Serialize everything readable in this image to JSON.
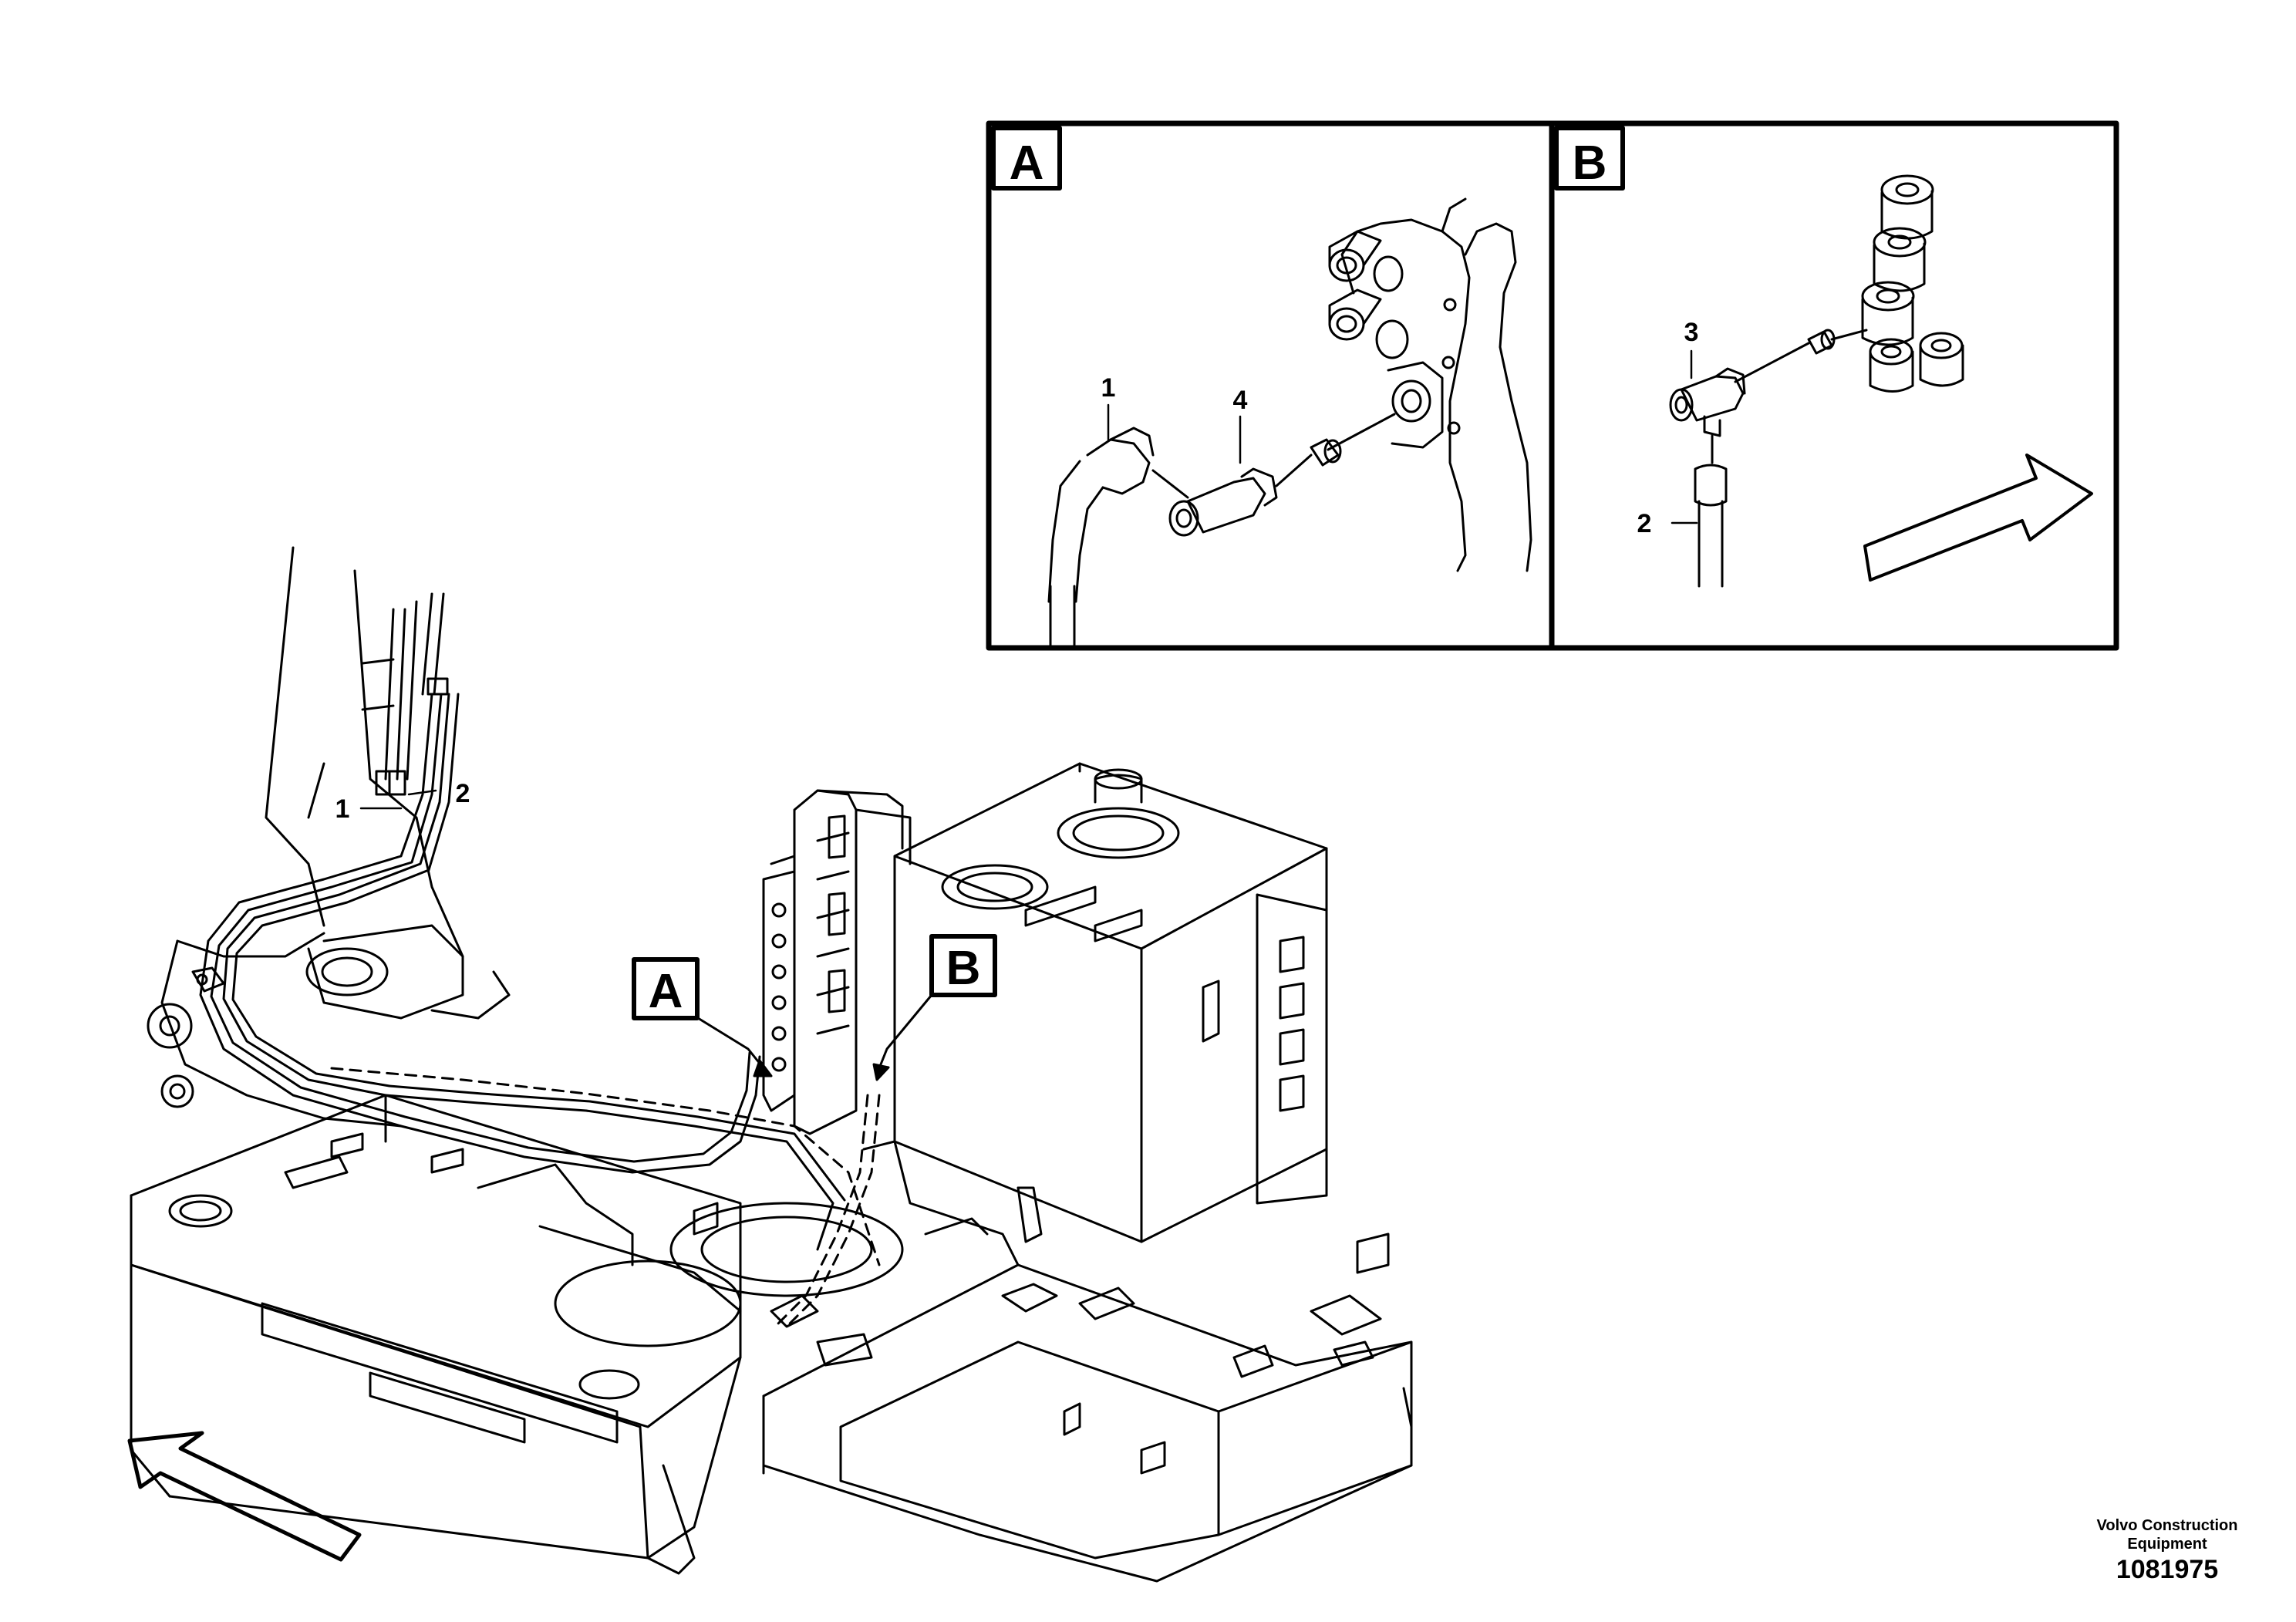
{
  "detail_views": [
    {
      "label": "A",
      "callouts": [
        "1",
        "4"
      ]
    },
    {
      "label": "B",
      "callouts": [
        "3",
        "2"
      ]
    }
  ],
  "main_view": {
    "callouts": [
      "1",
      "2"
    ],
    "detail_markers": [
      "A",
      "B"
    ]
  },
  "publisher_line1": "Volvo Construction",
  "publisher_line2": "Equipment",
  "drawing_number": "1081975",
  "colors": {
    "line": "#000000",
    "background": "#ffffff"
  }
}
